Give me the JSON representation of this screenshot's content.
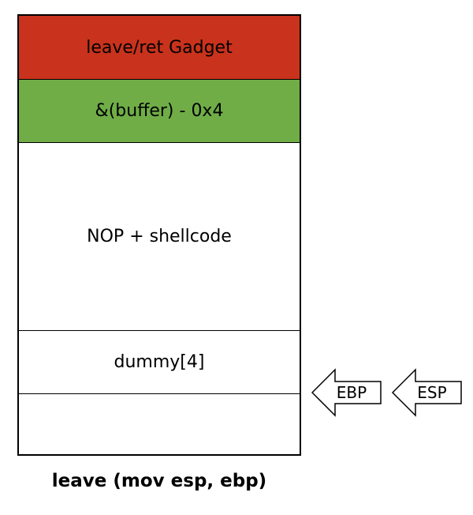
{
  "stack": {
    "cells": [
      {
        "label": "leave/ret Gadget",
        "color": "#C9321C"
      },
      {
        "label": "&(buffer) - 0x4",
        "color": "#70AD47"
      },
      {
        "label": "NOP + shellcode",
        "color": "#FFFFFF"
      },
      {
        "label": "dummy[4]",
        "color": "#FFFFFF"
      },
      {
        "label": "",
        "color": "#FFFFFF"
      }
    ]
  },
  "pointers": {
    "ebp": "EBP",
    "esp": "ESP"
  },
  "caption": "leave (mov esp, ebp)"
}
